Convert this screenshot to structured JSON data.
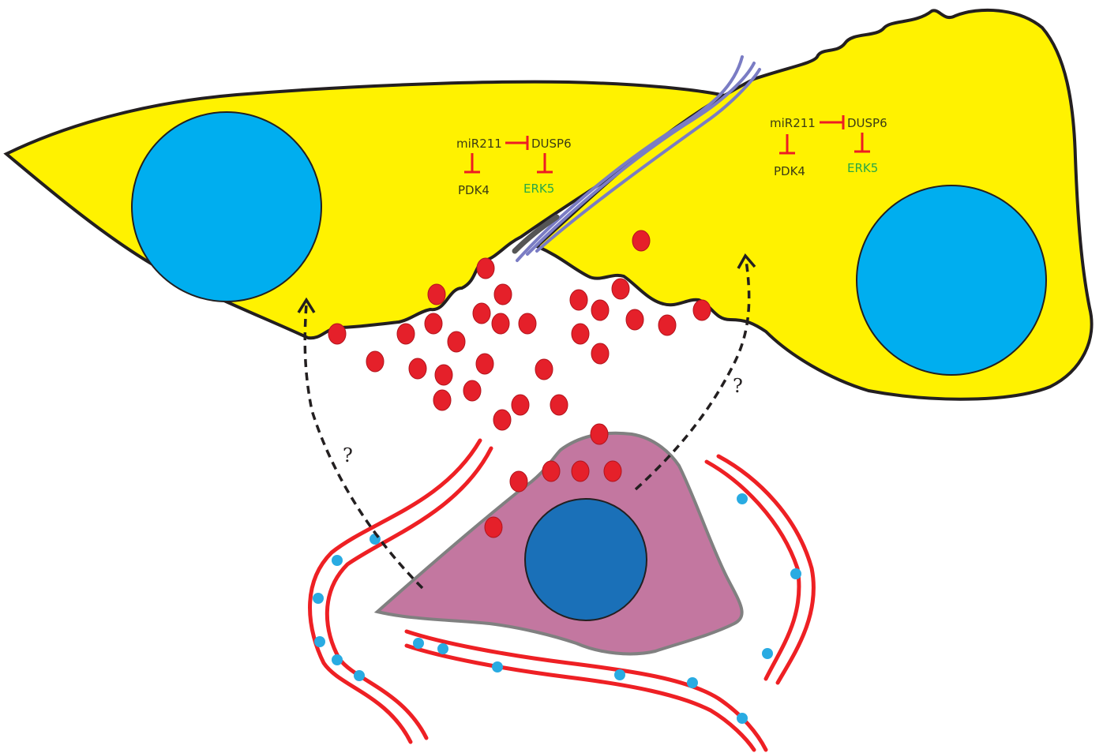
{
  "colors": {
    "cell_fill": "#fff200",
    "cell_outline": "#231f20",
    "nucleus": "#00aeef",
    "macrophage_fill": "#c377a0",
    "macrophage_nucleus": "#1a70b8",
    "vesicle": "#e5202a",
    "inhibition": "#ed1c24",
    "label_text": "#3c3c14",
    "erk5_text": "#2aa845",
    "fiber": "#7a7cc4",
    "vessel": "#ee2024",
    "vessel_dots": "#29abe2",
    "arrow": "#231f20"
  },
  "left_cell": {
    "mir": "miR211",
    "dusp": "DUSP6",
    "pdk": "PDK4",
    "erk": "ERK5"
  },
  "right_cell": {
    "mir": "miR211",
    "dusp": "DUSP6",
    "pdk": "PDK4",
    "erk": "ERK5"
  },
  "arrows": [
    {
      "label": "?"
    },
    {
      "label": "?"
    }
  ]
}
